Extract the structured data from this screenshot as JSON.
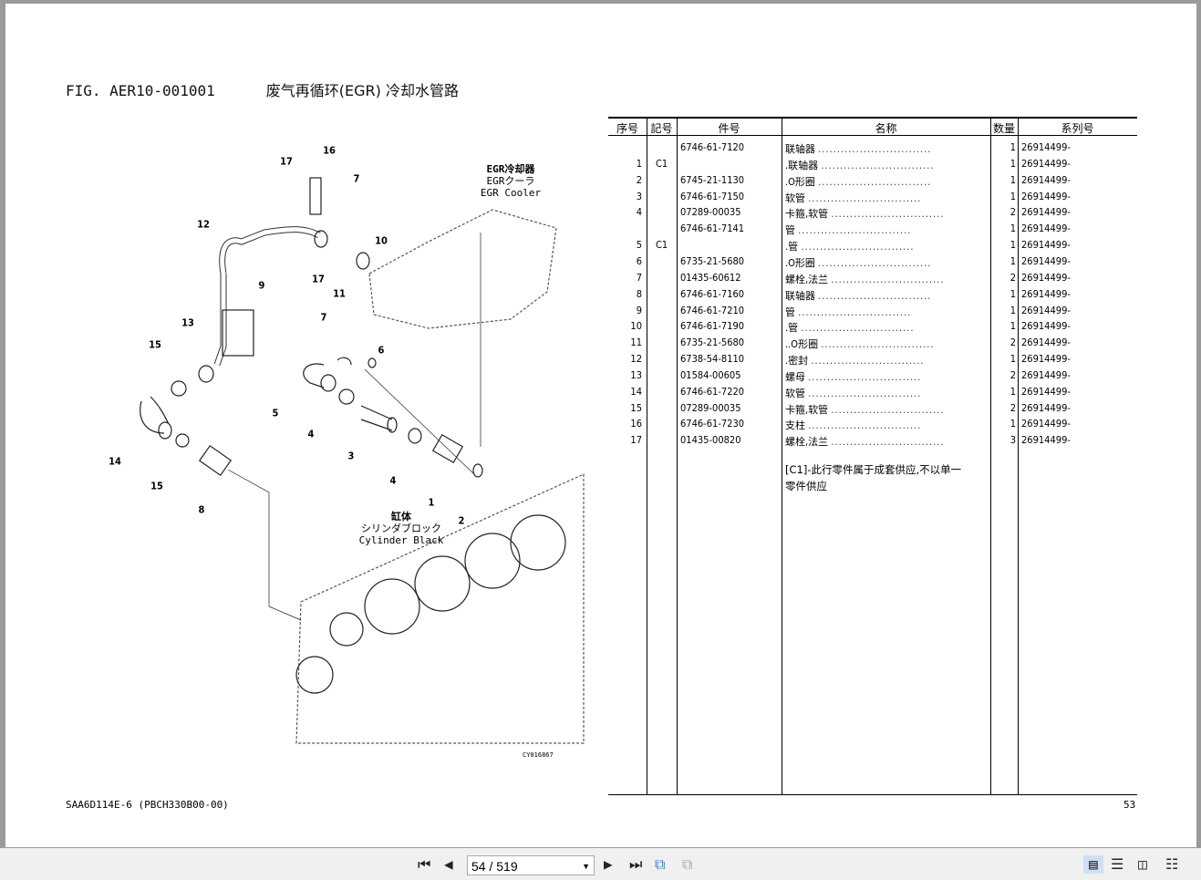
{
  "document": {
    "fig_code": "FIG. AER10-001001",
    "fig_title": "废气再循环(EGR) 冷却水管路",
    "footer_model": "SAA6D114E-6 (PBCH330B00-00)",
    "page_number": "53"
  },
  "table": {
    "headers": [
      "序号",
      "記号",
      "件号",
      "名称",
      "数量",
      "系列号"
    ],
    "rows": [
      {
        "no": "",
        "mark": "",
        "part": "6746-61-7120",
        "name": "联轴器",
        "qty": "1",
        "serial": "26914499-"
      },
      {
        "no": "1",
        "mark": "C1",
        "part": "",
        "name": ".联轴器",
        "qty": "1",
        "serial": "26914499-"
      },
      {
        "no": "2",
        "mark": "",
        "part": "6745-21-1130",
        "name": ".O形圈",
        "qty": "1",
        "serial": "26914499-"
      },
      {
        "no": "3",
        "mark": "",
        "part": "6746-61-7150",
        "name": "软管",
        "qty": "1",
        "serial": "26914499-"
      },
      {
        "no": "4",
        "mark": "",
        "part": "07289-00035",
        "name": "卡箍,软管",
        "qty": "2",
        "serial": "26914499-"
      },
      {
        "no": "",
        "mark": "",
        "part": "6746-61-7141",
        "name": "管",
        "qty": "1",
        "serial": "26914499-"
      },
      {
        "no": "5",
        "mark": "C1",
        "part": "",
        "name": ".管",
        "qty": "1",
        "serial": "26914499-"
      },
      {
        "no": "6",
        "mark": "",
        "part": "6735-21-5680",
        "name": ".O形圈",
        "qty": "1",
        "serial": "26914499-"
      },
      {
        "no": "7",
        "mark": "",
        "part": "01435-60612",
        "name": "螺栓,法兰",
        "qty": "2",
        "serial": "26914499-"
      },
      {
        "no": "8",
        "mark": "",
        "part": "6746-61-7160",
        "name": "联轴器",
        "qty": "1",
        "serial": "26914499-"
      },
      {
        "no": "9",
        "mark": "",
        "part": "6746-61-7210",
        "name": "管",
        "qty": "1",
        "serial": "26914499-"
      },
      {
        "no": "10",
        "mark": "",
        "part": "6746-61-7190",
        "name": ".管",
        "qty": "1",
        "serial": "26914499-"
      },
      {
        "no": "11",
        "mark": "",
        "part": "6735-21-5680",
        "name": "..O形圈",
        "qty": "2",
        "serial": "26914499-"
      },
      {
        "no": "12",
        "mark": "",
        "part": "6738-54-8110",
        "name": ".密封",
        "qty": "1",
        "serial": "26914499-"
      },
      {
        "no": "13",
        "mark": "",
        "part": "01584-00605",
        "name": "螺母",
        "qty": "2",
        "serial": "26914499-"
      },
      {
        "no": "14",
        "mark": "",
        "part": "6746-61-7220",
        "name": "软管",
        "qty": "1",
        "serial": "26914499-"
      },
      {
        "no": "15",
        "mark": "",
        "part": "07289-00035",
        "name": "卡箍,软管",
        "qty": "2",
        "serial": "26914499-"
      },
      {
        "no": "16",
        "mark": "",
        "part": "6746-61-7230",
        "name": "支柱",
        "qty": "1",
        "serial": "26914499-"
      },
      {
        "no": "17",
        "mark": "",
        "part": "01435-00820",
        "name": "螺栓,法兰",
        "qty": "3",
        "serial": "26914499-"
      }
    ],
    "note_line1": "[C1]-此行零件属于成套供应,不以单一",
    "note_line2": "零件供应"
  },
  "diagram": {
    "callouts": [
      "16",
      "17",
      "7",
      "12",
      "10",
      "9",
      "17",
      "11",
      "13",
      "7",
      "15",
      "6",
      "5",
      "4",
      "14",
      "3",
      "4",
      "15",
      "8",
      "1",
      "2"
    ],
    "egr_cooler": [
      "EGR冷却器",
      "EGRクーラ",
      "EGR Cooler"
    ],
    "cylinder_block": [
      "缸体",
      "シリンダブロック",
      "Cylinder Black"
    ],
    "drawing_code": "CY016867"
  },
  "toolbar": {
    "page_field": "54 / 519"
  }
}
